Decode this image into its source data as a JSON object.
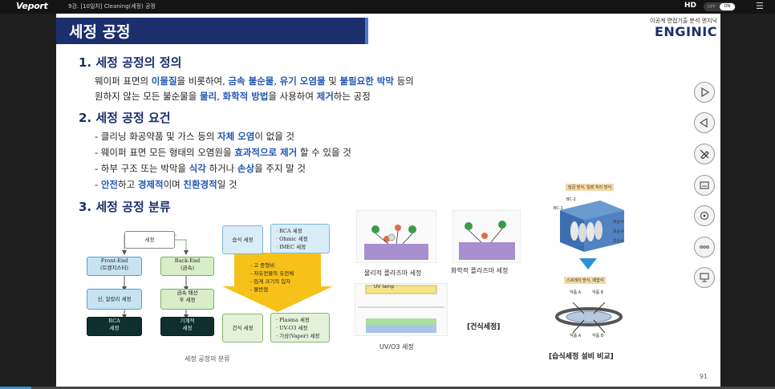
{
  "topbar": {
    "logo": "Veport",
    "course_title": "9강. [10일차] Cleaning(세정) 공정",
    "hd_label": "HD",
    "toggle_off": "OFF",
    "toggle_on": "ON",
    "menu_icon": "menu-icon"
  },
  "slide": {
    "title": "세정 공정",
    "brand_sub": "이공계 면접기출 분석 엔지닉",
    "brand": "ENGINIC",
    "page": "91",
    "sec1": {
      "heading": "1. 세정 공정의 정의",
      "line1": [
        "웨이퍼 표면의 ",
        "이물질",
        "을 비롯하여, ",
        "금속 불순물",
        ", ",
        "유기 오염물",
        " 및 ",
        "불필요한 박막",
        " 등의"
      ],
      "line2": [
        "원하지 않는 모든 불순물을 ",
        "물리",
        ", ",
        "화학적 방법",
        "을 사용하여 ",
        "제거",
        "하는 공정"
      ]
    },
    "sec2": {
      "heading": "2. 세정 공정 요건",
      "b1": [
        "- 클리닝 화공약품 및 가스 등의 ",
        "자체 오염",
        "이 없을 것"
      ],
      "b2": [
        "- 웨이퍼 표면 모든 형태의 오염원을 ",
        "효과적으로 제거",
        " 할 수 있을 것"
      ],
      "b3": [
        "- 하부 구조 또는 박막을 ",
        "식각",
        " 하거나 ",
        "손상",
        "을 주지 말 것"
      ],
      "b4": [
        "- ",
        "안전",
        "하고 ",
        "경제적",
        "이며 ",
        "친환경적",
        "일 것"
      ]
    },
    "sec3": {
      "heading": "3. 세정 공정 분류"
    },
    "flow": {
      "root": "세정",
      "front": [
        "Front-End",
        "(트랜지스터)"
      ],
      "back": [
        "Back-End",
        "(금속)"
      ],
      "front_sub": "신, 알칼리 세정",
      "back_sub": [
        "금속 배선",
        "후 세정"
      ],
      "rca": [
        "RCA",
        "세정"
      ],
      "mech": [
        "기계적",
        "세정"
      ],
      "wet": "습식 세정",
      "wet_list": [
        "· RCA 세정",
        "· Ohmic 세정",
        "· IMEC 세정"
      ],
      "arrow_list": [
        "- 고 중형비",
        "- 저유전물의 유전체",
        "- 임계 크기의 입자",
        "- 물반점"
      ],
      "dry": "건식 세정",
      "dry_list": [
        "· Plasma 세정",
        "· UV-O3 세정",
        "· 기상(Vapor) 세정"
      ],
      "caption": "세정 공정의 분류"
    },
    "diagrams": {
      "physical_caption": "물리적 플라즈마 세정",
      "chemical_caption": "화학적 플라즈마 세정",
      "uv_caption": "UV/O3 세정",
      "uv_lamp": "UV lamp",
      "dry_caption": "[건식세정]",
      "wet_caption": "[습식세정 설비 비교]",
      "bath_label": "담금 방식, 일괄 처리 방식",
      "spin_label": "스프레이 방식, 매엽식",
      "bath_tags": [
        "BC-2",
        "BC-1",
        "초순수",
        "초순수",
        "초순수"
      ],
      "spin_tags": [
        "약품 A",
        "약품 B",
        "약품 A",
        "약품 B"
      ]
    }
  },
  "controls": [
    "play-icon",
    "back-icon",
    "pen-off-icon",
    "subtitle-icon",
    "settings-icon",
    "more-icon",
    "screen-icon"
  ],
  "progress": 0.04
}
